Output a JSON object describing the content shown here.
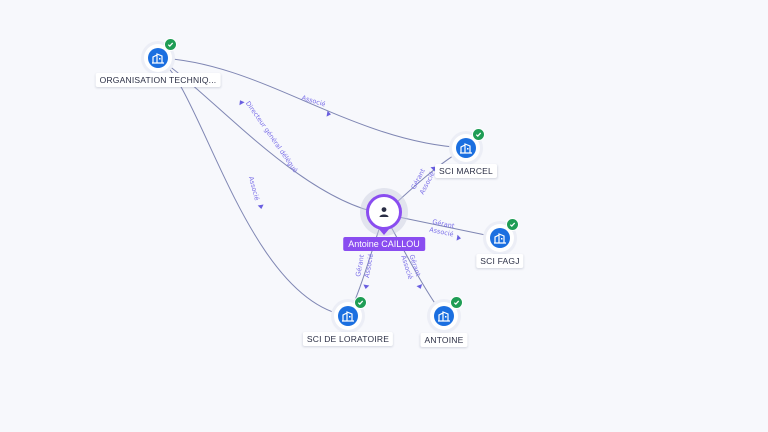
{
  "nodes": {
    "org": {
      "label": "ORGANISATION TECHNIQ...",
      "icon": "building-icon",
      "verified_icon": "check-icon"
    },
    "marcel": {
      "label": "SCI MARCEL",
      "icon": "building-icon",
      "verified_icon": "check-icon"
    },
    "fagj": {
      "label": "SCI FAGJ",
      "icon": "building-icon",
      "verified_icon": "check-icon"
    },
    "loratoire": {
      "label": "SCI DE LORATOIRE",
      "icon": "building-icon",
      "verified_icon": "check-icon"
    },
    "antoine": {
      "label": "ANTOINE",
      "icon": "building-icon",
      "verified_icon": "check-icon"
    },
    "person": {
      "label": "Antoine CAILLOU",
      "icon": "person-icon"
    }
  },
  "edges": {
    "org_marcel": "Associé",
    "org_person": "Directeur général délégué",
    "org_loratoire": "Associé",
    "person_marcel_1": "Gérant",
    "person_marcel_2": "Associé",
    "person_fagj_1": "Gérant",
    "person_fagj_2": "Associé",
    "person_loratoire_1": "Gérant",
    "person_loratoire_2": "Associé",
    "person_antoine_1": "Gérant",
    "person_antoine_2": "Associé"
  },
  "colors": {
    "company": "#1b6fe0",
    "verified": "#1f9d55",
    "person": "#8a4df0",
    "edge": "#7f86b3",
    "edge_label": "#7a6ee8"
  }
}
